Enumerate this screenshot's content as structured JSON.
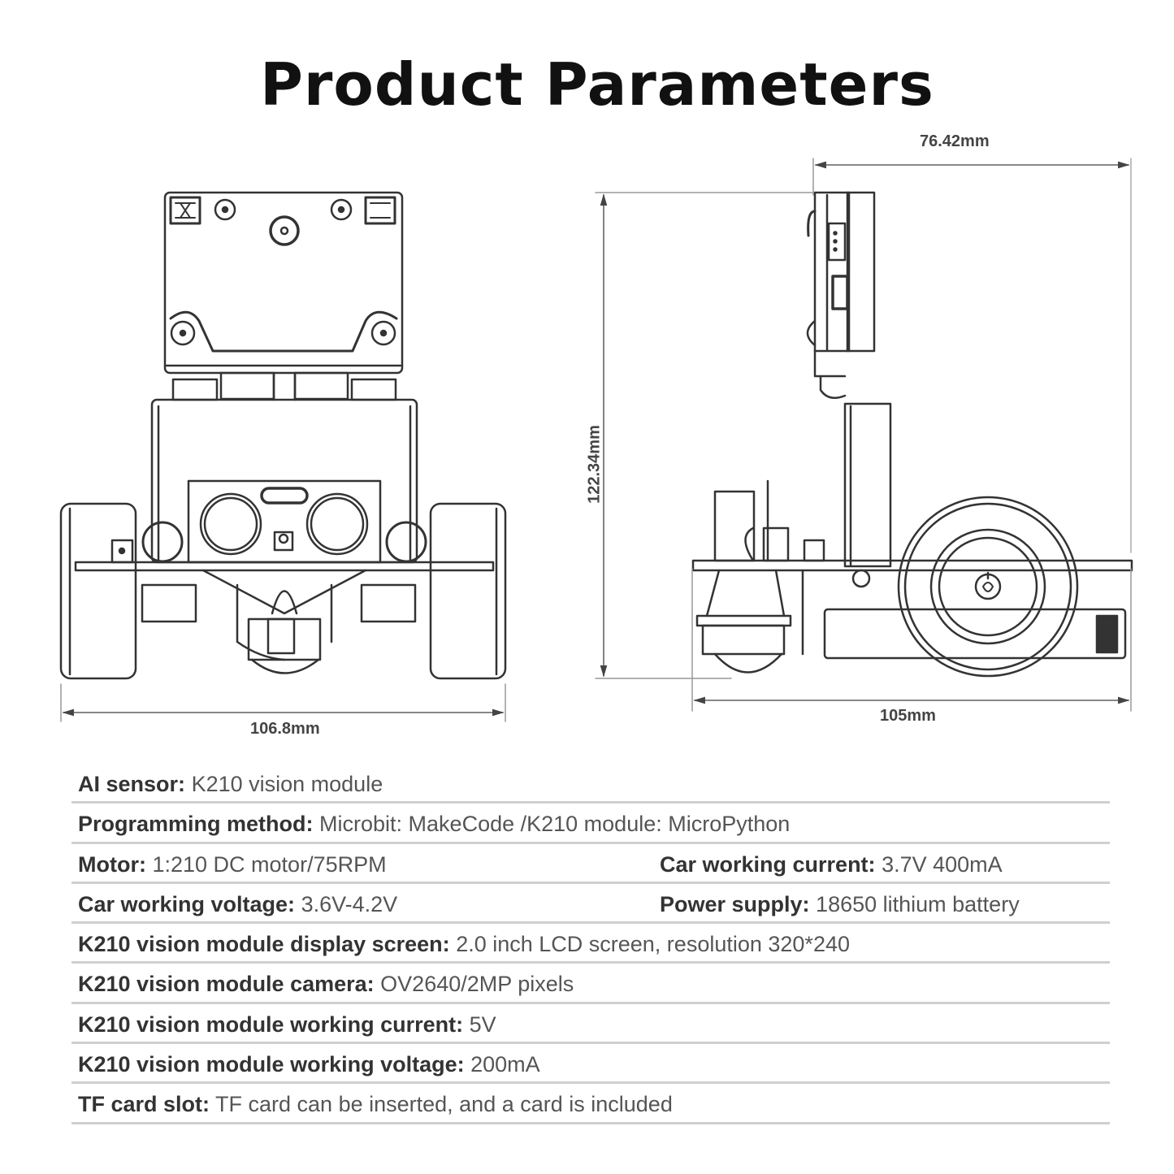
{
  "title": "Product Parameters",
  "dimensions": {
    "front_width": "106.8mm",
    "side_length": "105mm",
    "side_height": "122.34mm",
    "top_width": "76.42mm"
  },
  "drawings": {
    "front_view": "robot-car-front-view",
    "side_view": "robot-car-side-view"
  },
  "specs": [
    {
      "cells": [
        {
          "label": "AI sensor:",
          "value": "K210 vision module"
        }
      ]
    },
    {
      "cells": [
        {
          "label": "Programming method:",
          "value": "Microbit: MakeCode /K210 module: MicroPython"
        }
      ]
    },
    {
      "cells": [
        {
          "label": "Motor:",
          "value": "1:210 DC motor/75RPM"
        },
        {
          "label": "Car working current:",
          "value": "3.7V 400mA"
        }
      ]
    },
    {
      "cells": [
        {
          "label": "Car working voltage:",
          "value": "3.6V-4.2V"
        },
        {
          "label": "Power supply:",
          "value": "18650 lithium battery"
        }
      ]
    },
    {
      "cells": [
        {
          "label": "K210 vision module display screen:",
          "value": "2.0 inch LCD screen, resolution 320*240"
        }
      ]
    },
    {
      "cells": [
        {
          "label": "K210 vision module camera:",
          "value": "OV2640/2MP pixels"
        }
      ]
    },
    {
      "cells": [
        {
          "label": "K210 vision module working current:",
          "value": "5V"
        }
      ]
    },
    {
      "cells": [
        {
          "label": "K210 vision module working voltage:",
          "value": "200mA"
        }
      ]
    },
    {
      "cells": [
        {
          "label": "TF card slot:",
          "value": "TF card can be inserted, and a card is included"
        }
      ]
    }
  ]
}
